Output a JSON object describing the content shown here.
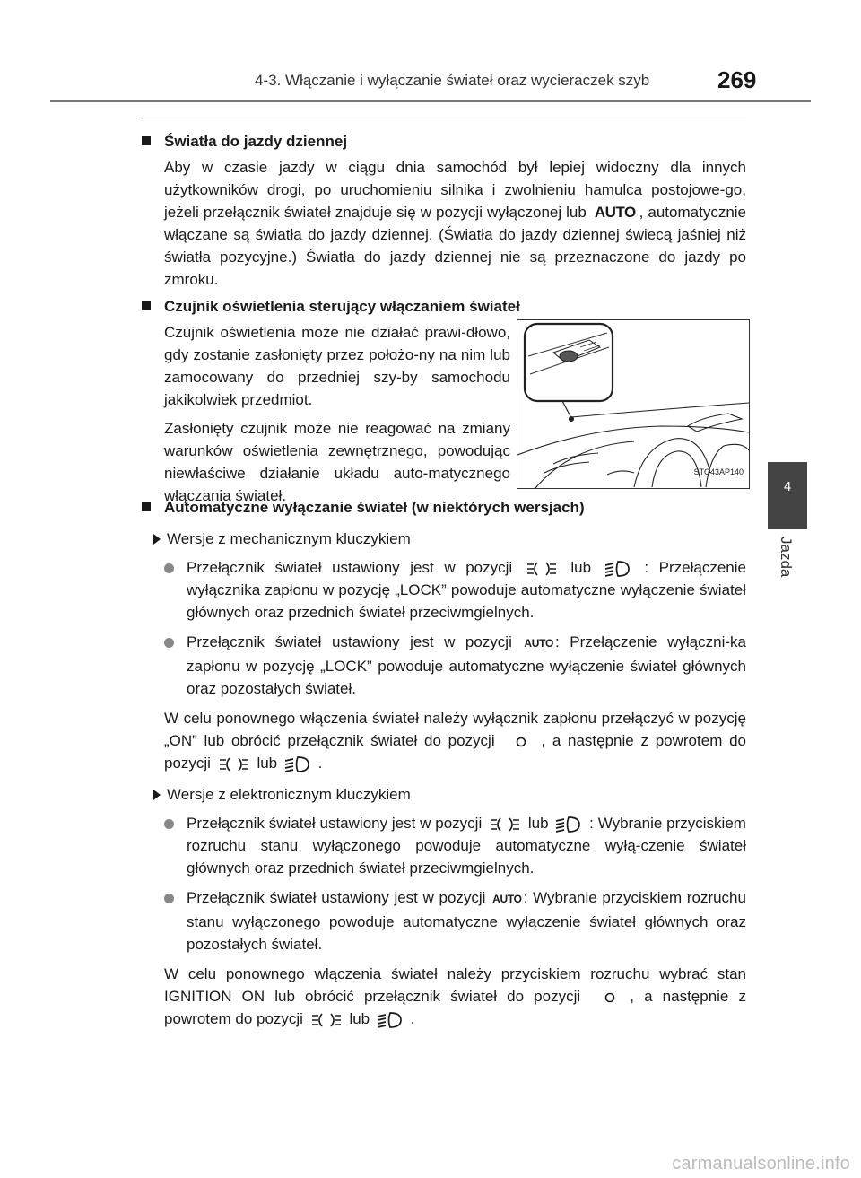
{
  "header": {
    "title": "4-3. Włączanie i wyłączanie świateł oraz wycieraczek szyb",
    "page_number": "269"
  },
  "side_tab": {
    "chapter": "4",
    "label": "Jazda"
  },
  "icons": [
    "parking-lights-icon",
    "headlights-icon",
    "auto-icon",
    "off-icon"
  ],
  "sections": {
    "drl": {
      "heading": "Światła do jazdy dziennej",
      "text_1": "Aby w czasie jazdy w ciągu dnia samochód był lepiej widoczny dla innych użytkowników drogi, po uruchomieniu silnika i zwolnieniu hamulca postojowe-go, jeżeli przełącznik świateł znajduje się w pozycji wyłączonej lub",
      "auto": "AUTO",
      "text_2": ", automatycznie włączane są światła do jazdy dziennej. (Światła do jazdy dziennej świecą jaśniej niż światła pozycyjne.) Światła do jazdy dziennej nie są przeznaczone do jazdy po zmroku."
    },
    "sensor": {
      "heading": "Czujnik oświetlenia sterujący włączaniem świateł",
      "p1": "Czujnik oświetlenia może nie działać prawi-dłowo, gdy zostanie zasłonięty przez położo-ny na nim lub zamocowany do przedniej szy-by samochodu jakikolwiek przedmiot.",
      "p2": "Zasłonięty czujnik może nie reagować na zmiany warunków oświetlenia zewnętrznego, powodując niewłaściwe działanie układu auto-matycznego włączania świateł.",
      "figure_id": "STO43AP140"
    },
    "auto_off": {
      "heading": "Automatyczne wyłączanie świateł (w niektórych wersjach)",
      "mech": {
        "title": "Wersje z mechanicznym kluczykiem",
        "b1_a": "Przełącznik świateł ustawiony jest w pozycji",
        "b1_lub": "lub",
        "b1_b": ": Przełączenie wyłącznika zapłonu w pozycję „LOCK” powoduje automatyczne wyłączenie świateł głównych oraz przednich świateł przeciwmgielnych.",
        "b2_a": "Przełącznik świateł ustawiony jest w pozycji",
        "b2_b": ": Przełączenie wyłączni-ka zapłonu w pozycję „LOCK” powoduje automatyczne wyłączenie świateł głównych oraz pozostałych świateł.",
        "note_a": "W celu ponownego włączenia świateł należy wyłącznik zapłonu przełączyć w pozycję „ON” lub obrócić przełącznik świateł do pozycji",
        "note_b": ", a następnie z powrotem do pozycji",
        "note_lub": "lub",
        "note_end": "."
      },
      "elec": {
        "title": "Wersje z elektronicznym kluczykiem",
        "b1_a": "Przełącznik świateł ustawiony jest w pozycji",
        "b1_lub": "lub",
        "b1_b": ": Wybranie przyciskiem rozruchu stanu wyłączonego powoduje automatyczne wyłą-czenie świateł głównych oraz przednich świateł przeciwmgielnych.",
        "b2_a": "Przełącznik świateł ustawiony jest w pozycji",
        "b2_b": ": Wybranie przyciskiem rozruchu stanu wyłączonego powoduje automatyczne wyłączenie świateł głównych oraz pozostałych świateł.",
        "note_a": "W celu ponownego włączenia świateł należy przyciskiem rozruchu wybrać stan IGNITION ON lub obrócić przełącznik świateł do pozycji",
        "note_b": ", a następnie z powrotem do pozycji",
        "note_lub": "lub",
        "note_end": "."
      }
    }
  },
  "footer": {
    "watermark": "carmanualsonline.info"
  }
}
